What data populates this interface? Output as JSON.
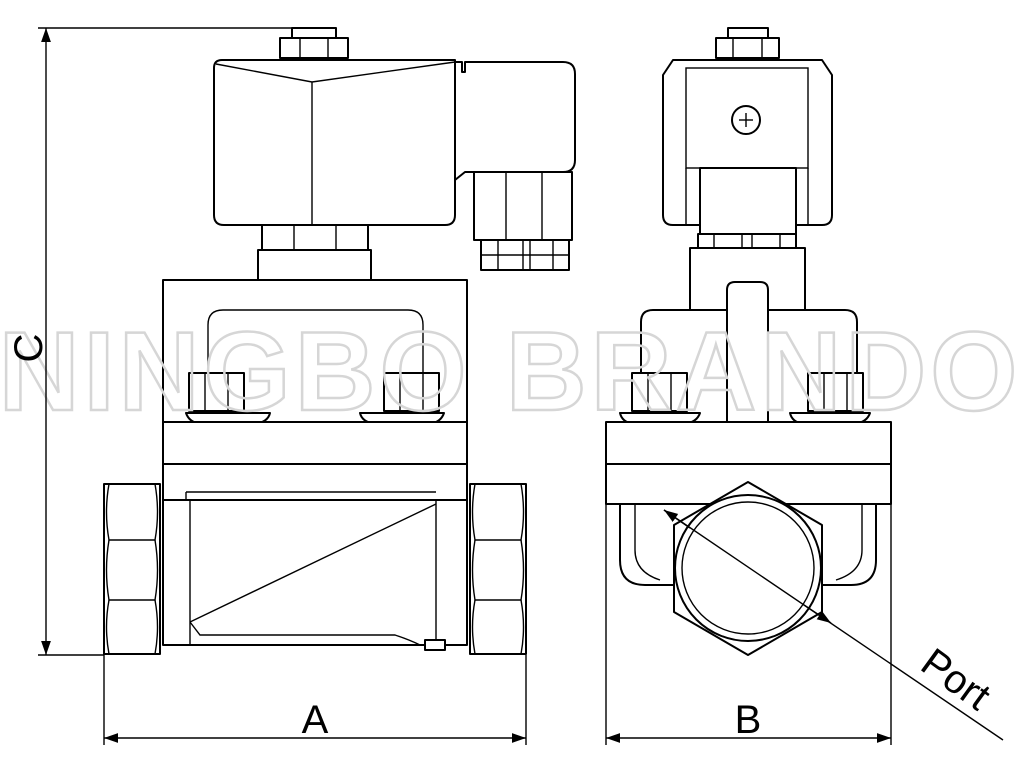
{
  "watermark": "NINGBO BRANDO",
  "labels": {
    "a": "A",
    "b": "B",
    "c": "C",
    "port": "Port"
  }
}
